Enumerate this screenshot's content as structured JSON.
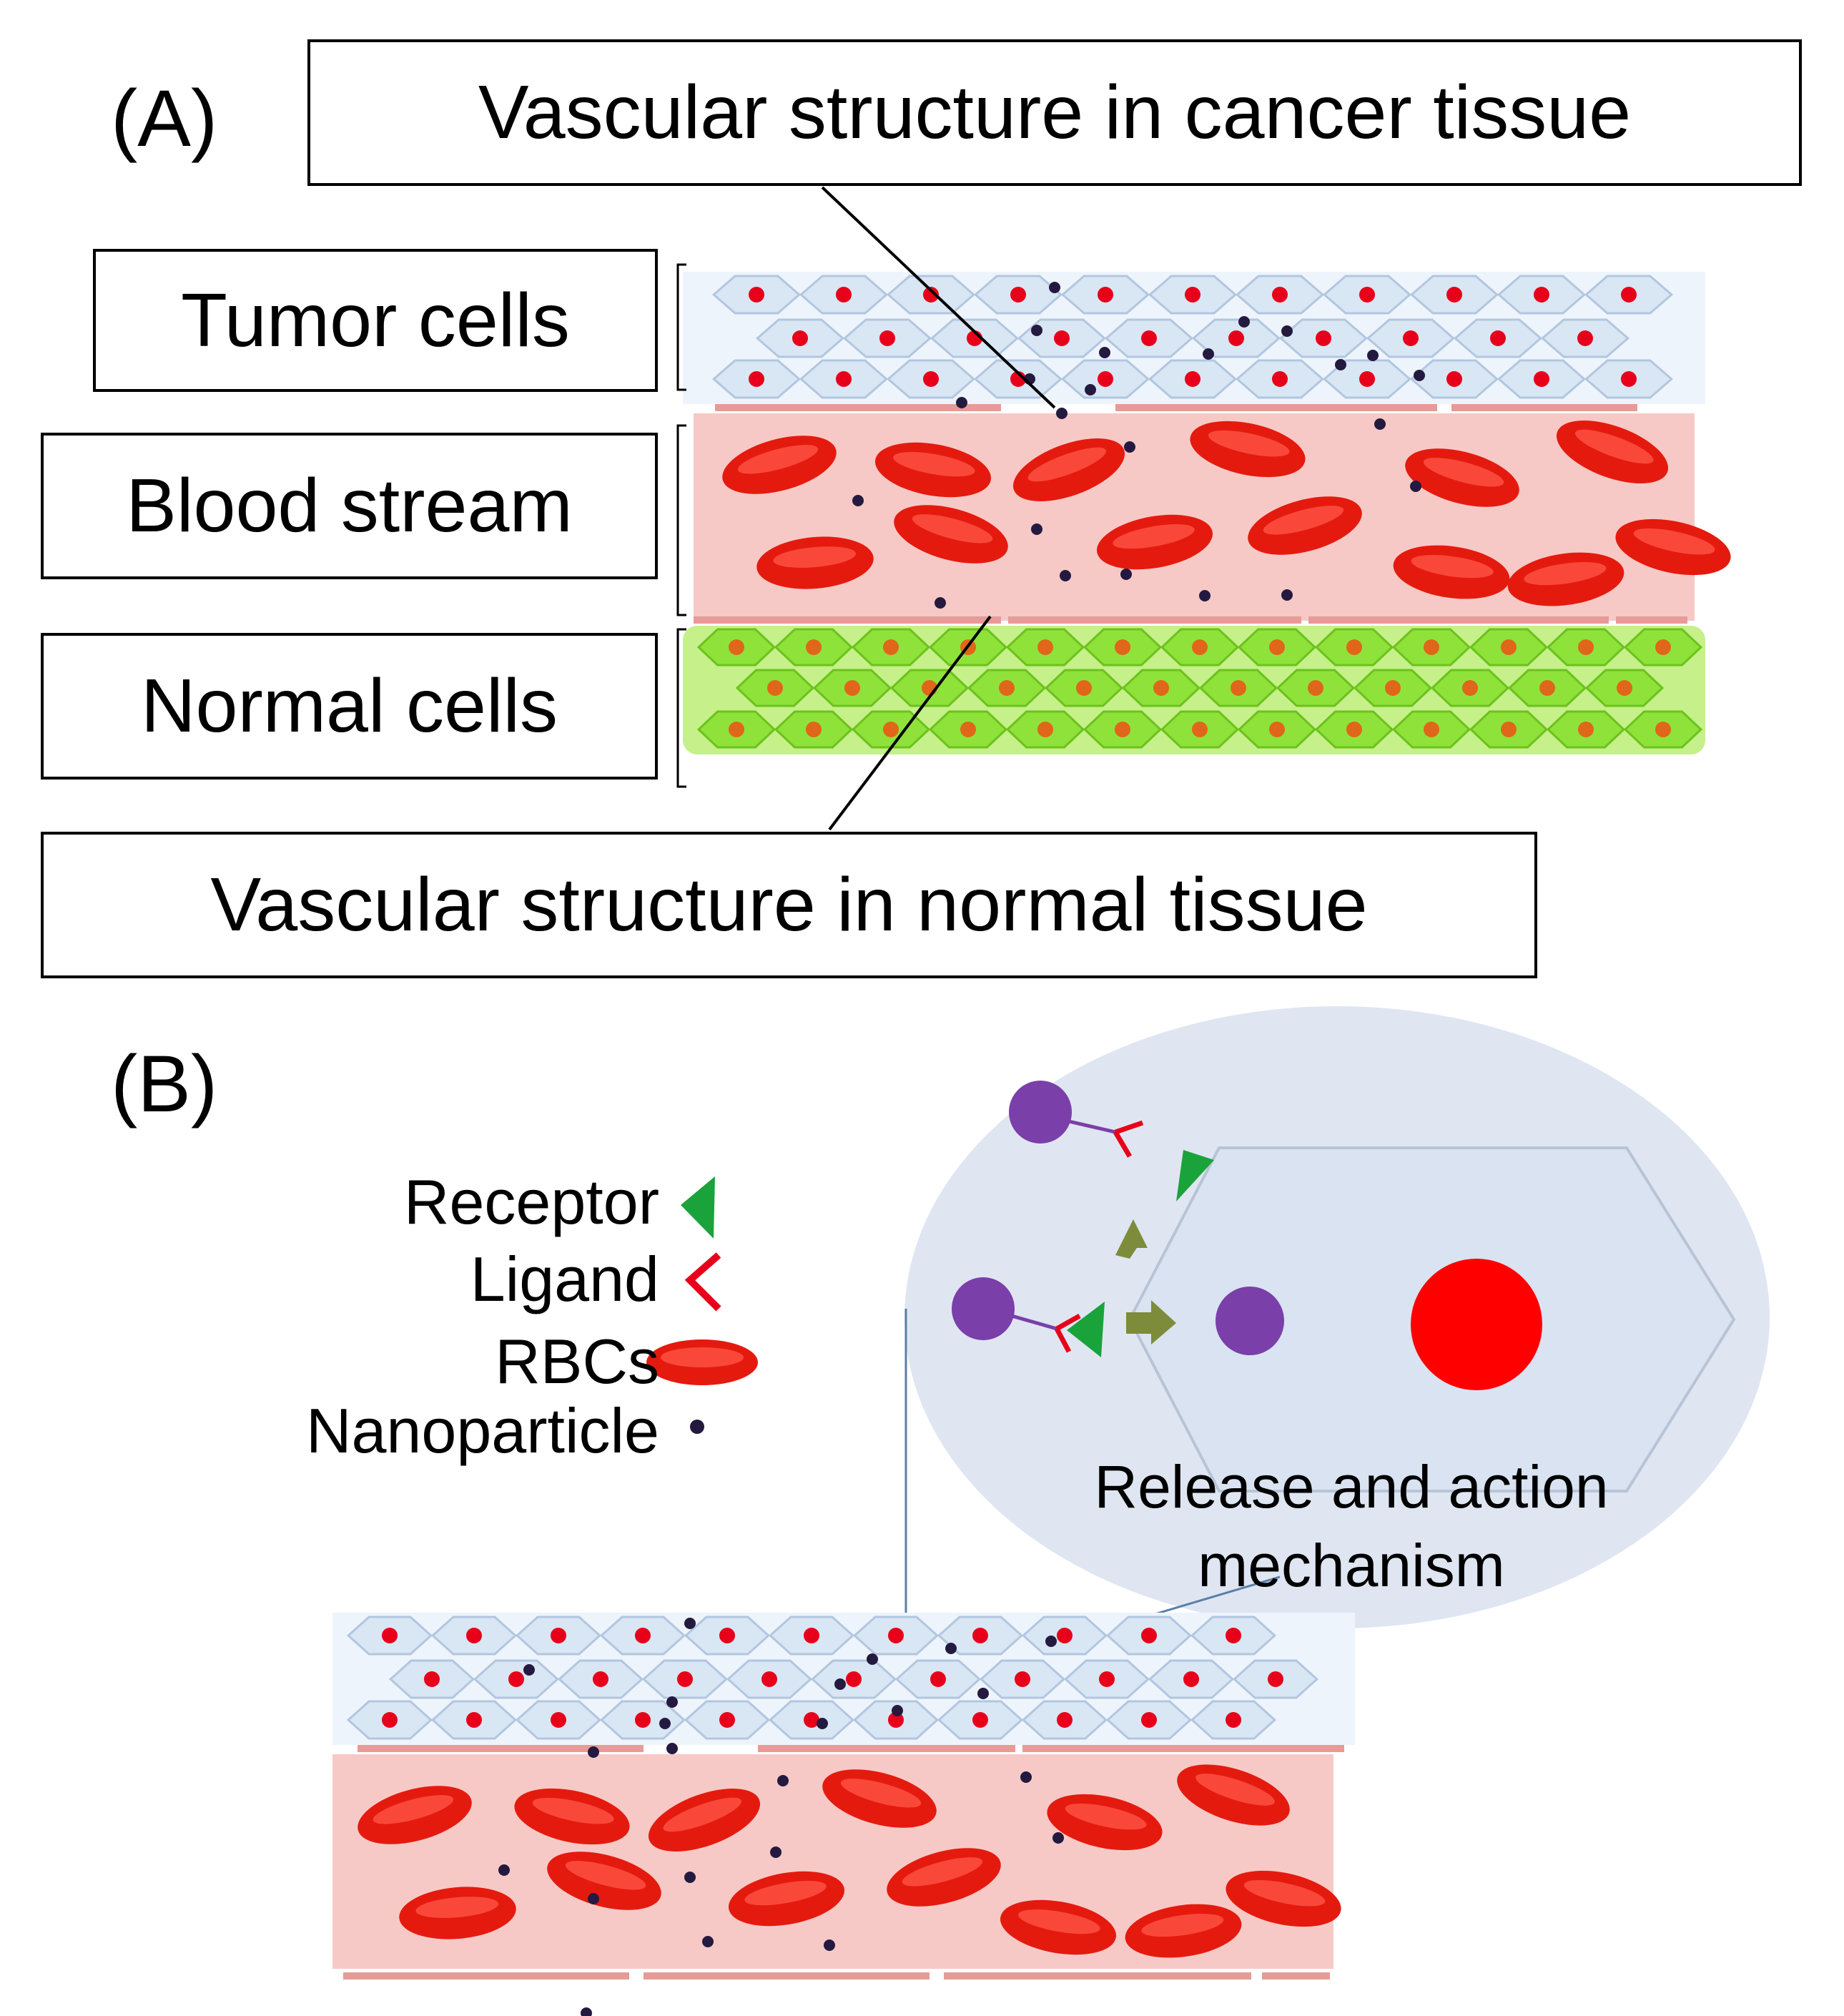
{
  "panel_a": {
    "tag": "(A)",
    "cancer_label": "Vascular structure in cancer tissue",
    "tumor_label": "Tumor cells",
    "blood_label": "Blood stream",
    "normal_label": "Normal cells",
    "normal_vessel_label": "Vascular structure in normal tissue"
  },
  "panel_b": {
    "tag": "(B)",
    "legend": {
      "receptor": "Receptor",
      "ligand": "Ligand",
      "rbcs": "RBCs",
      "nanoparticle": "Nanoparticle"
    },
    "caption_line1": "Release and action",
    "caption_line2": "mechanism"
  },
  "colors": {
    "tumor_cell_fill": "#d9e6f4",
    "tumor_nucleus": "#e8001a",
    "tumor_bg": "#eef4fb",
    "blood_bg": "#f6c9c6",
    "rbc": "#e51a0e",
    "normal_cell_fill": "#8fe23a",
    "normal_nucleus": "#e0661a",
    "normal_bg": "#c5f08a",
    "nanoparticle": "#241a40",
    "receptor": "#1aa33a",
    "ligand": "#e8001a",
    "drug": "#7a3fa8",
    "circle_bg": "#dfe6f2",
    "arrow": "#7d8c3a"
  }
}
